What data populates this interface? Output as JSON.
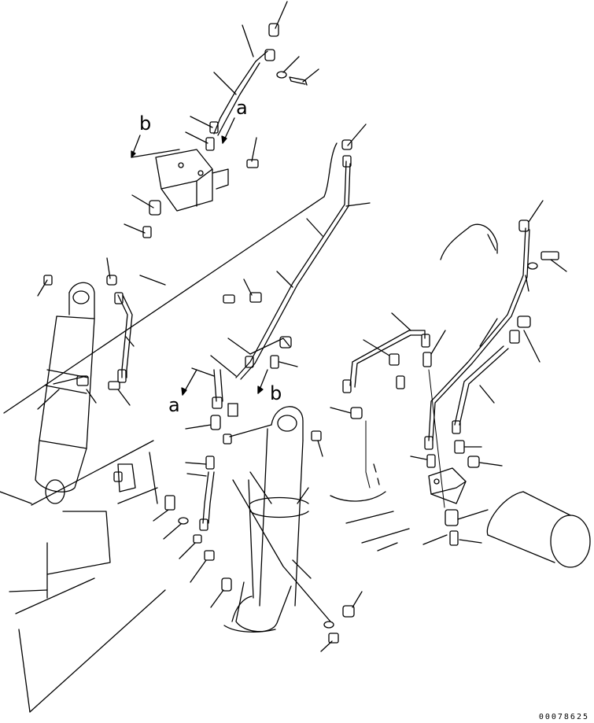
{
  "diagram": {
    "view_labels": [
      "a",
      "b",
      "a",
      "b"
    ],
    "reference_number": "00078625"
  }
}
